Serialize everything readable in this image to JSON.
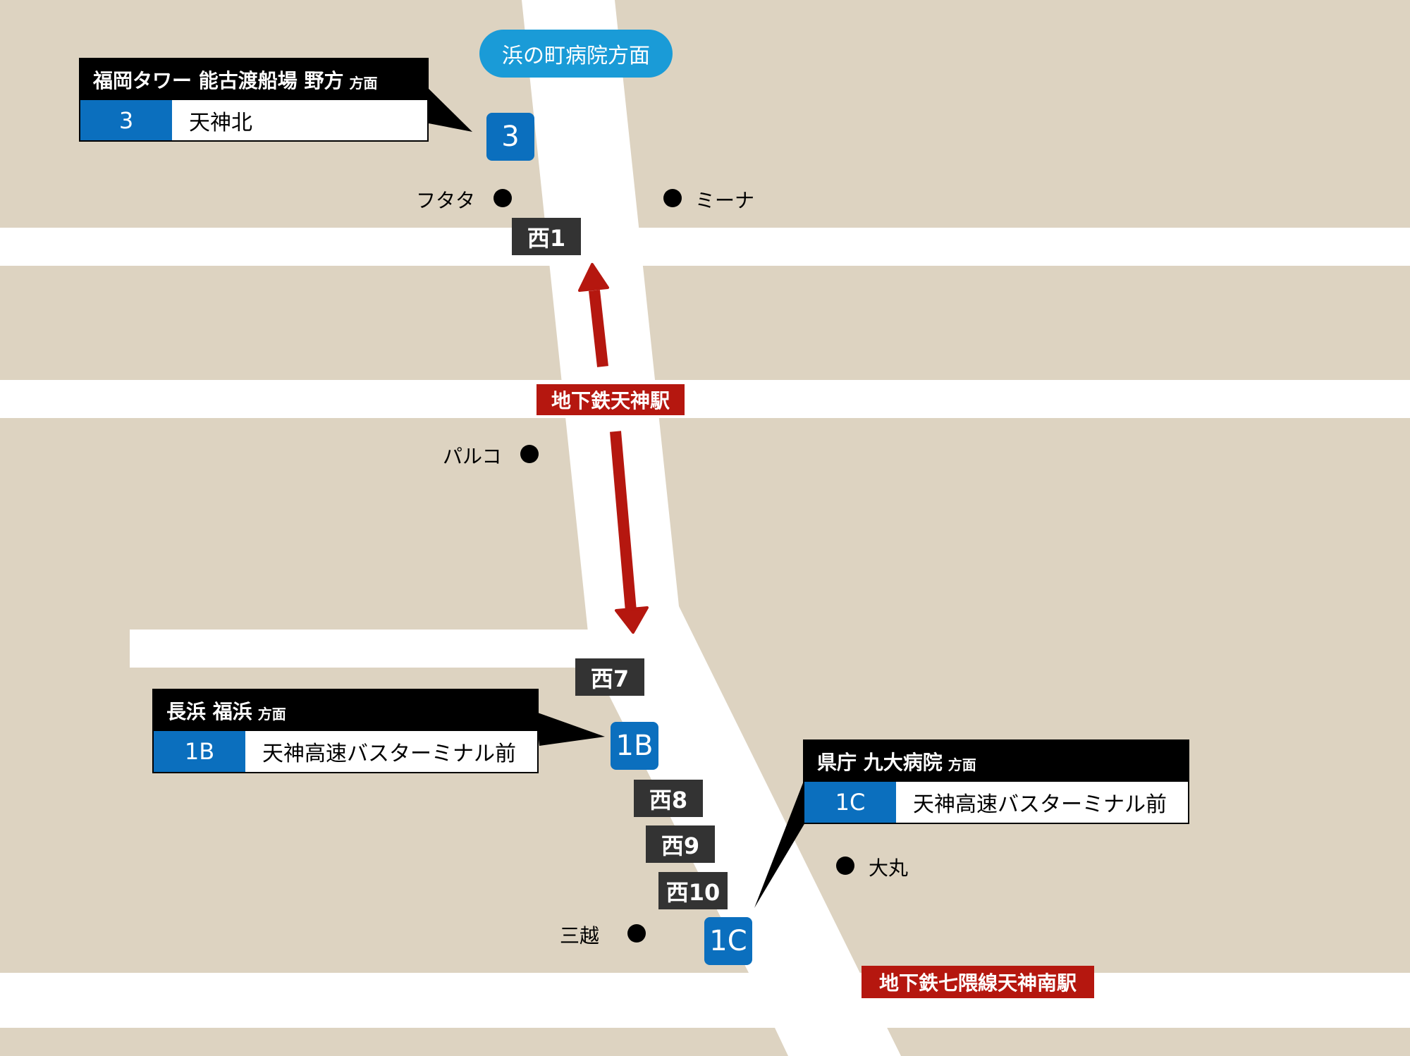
{
  "direction_top": "浜の町病院方面",
  "station_tenjin": "地下鉄天神駅",
  "station_tenjin_minami": "地下鉄七隈線天神南駅",
  "exits": {
    "w1": "西1",
    "w7": "西7",
    "w8": "西8",
    "w9": "西9",
    "w10": "西10"
  },
  "stops": {
    "stop3": "3",
    "stop1b": "1B",
    "stop1c": "1C"
  },
  "landmarks": {
    "futata": "フタタ",
    "mina": "ミーナ",
    "parco": "パルコ",
    "daimaru": "大丸",
    "mitsukoshi": "三越"
  },
  "info_boxes": {
    "box3": {
      "destinations": "福岡タワー 能古渡船場 野方",
      "suffix": "方面",
      "number": "3",
      "stop_name": "天神北"
    },
    "box1b": {
      "destinations": "長浜 福浜",
      "suffix": "方面",
      "number": "1B",
      "stop_name": "天神高速バスターミナル前"
    },
    "box1c": {
      "destinations": "県庁 九大病院",
      "suffix": "方面",
      "number": "1C",
      "stop_name": "天神高速バスターミナル前"
    }
  },
  "colors": {
    "background": "#ddd3c1",
    "road": "#ffffff",
    "stop_blue": "#0b6fbe",
    "direction_blue": "#1a9bd7",
    "station_red": "#b5170f",
    "arrow_red": "#b5170f",
    "exit_gray": "#333333"
  }
}
